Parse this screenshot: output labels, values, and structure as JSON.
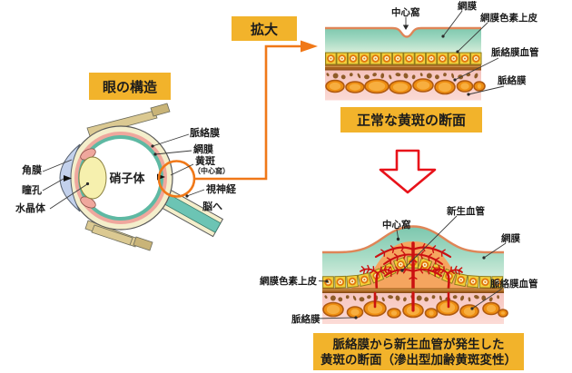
{
  "boxes": {
    "structure_title": "眼の構造",
    "zoom": "拡大"
  },
  "eye": {
    "labels": {
      "cornea": "角膜",
      "pupil": "瞳孔",
      "lens": "水晶体",
      "vitreous": "硝子体",
      "choroid": "脈絡膜",
      "retina": "網膜",
      "macula": "黄斑",
      "macula_sub": "（中心窩）",
      "optic_nerve": "視神経",
      "to_brain": "脳へ"
    }
  },
  "normal": {
    "caption": "正常な黄斑の断面",
    "labels": {
      "fovea": "中心窩",
      "retina": "網膜",
      "rpe": "網膜色素上皮",
      "choroidal_vessels": "脈絡膜血管",
      "choroid": "脈絡膜"
    }
  },
  "amd": {
    "caption_line1": "脈絡膜から新生血管が発生した",
    "caption_line2": "黄斑の断面（滲出型加齢黄斑変性）",
    "labels": {
      "fovea": "中心窩",
      "new_vessels": "新生血管",
      "retina": "網膜",
      "rpe": "網膜色素上皮",
      "choroidal_vessels": "脈絡膜血管",
      "choroid": "脈絡膜"
    }
  },
  "colors": {
    "accent_orange": "#f07818",
    "label_box_yellow": "#f2b32b",
    "arrow_red": "#e8121a",
    "retina_teal": "#7cc7ae",
    "choroid_pink": "#f8cbc5",
    "rpe_yellow": "#f3cf3b",
    "vessel_orange": "#ee8e12",
    "new_vessel_red": "#cb1111",
    "sclera_cream": "#f4eecb",
    "fluid_orange": "#f5a55f"
  }
}
